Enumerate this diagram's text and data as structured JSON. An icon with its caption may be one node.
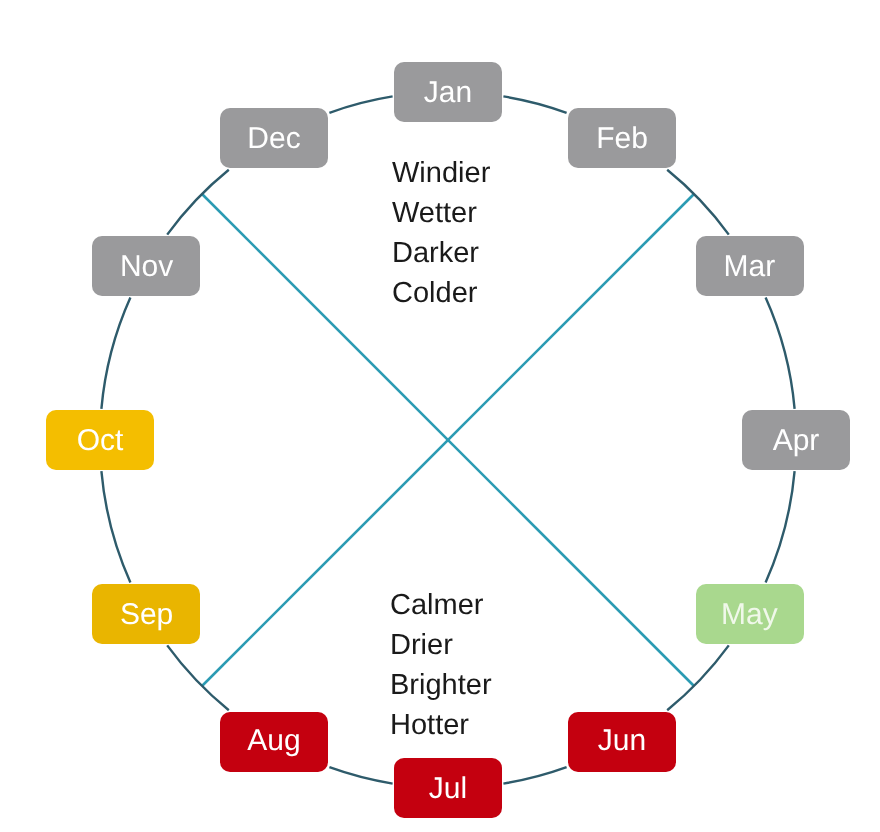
{
  "diagram": {
    "nodes": [
      {
        "text": [
          "Jan"
        ]
      },
      {
        "text": [
          "Feb"
        ]
      },
      {
        "text": [
          "Mar"
        ]
      },
      {
        "text": [
          "Apr"
        ]
      },
      {
        "text": [
          "May"
        ]
      },
      {
        "text": [
          "Jun"
        ]
      },
      {
        "text": [
          "Jul"
        ]
      },
      {
        "text": [
          "Aug"
        ]
      },
      {
        "text": [
          "Sep"
        ]
      },
      {
        "text": [
          "Oct"
        ]
      },
      {
        "text": [
          "Nov"
        ]
      },
      {
        "text": [
          "Dec"
        ]
      }
    ],
    "edges": [
      {
        "from": 0,
        "to": 1,
        "arrow": "none"
      },
      {
        "from": 1,
        "to": 2,
        "arrow": "none"
      },
      {
        "from": 2,
        "to": 3,
        "arrow": "none"
      },
      {
        "from": 3,
        "to": 4,
        "arrow": "none"
      },
      {
        "from": 4,
        "to": 5,
        "arrow": "none"
      },
      {
        "from": 5,
        "to": 6,
        "arrow": "none"
      },
      {
        "from": 6,
        "to": 7,
        "arrow": "none"
      },
      {
        "from": 7,
        "to": 8,
        "arrow": "none"
      },
      {
        "from": 8,
        "to": 9,
        "arrow": "none"
      },
      {
        "from": 9,
        "to": 10,
        "arrow": "none"
      },
      {
        "from": 10,
        "to": 11,
        "arrow": "none"
      },
      {
        "from": 11,
        "to": 0,
        "arrow": "none"
      }
    ],
    "labels": [
      "Windier",
      "Wetter",
      "Darker",
      "Colder",
      "Calmer",
      "Drier",
      "Brighter",
      "Hotter"
    ]
  }
}
